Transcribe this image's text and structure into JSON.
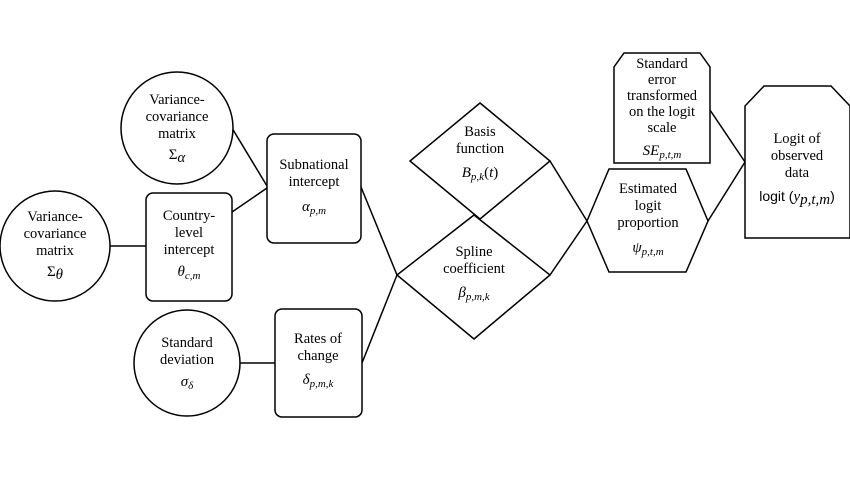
{
  "nodes": {
    "vc_theta": {
      "lines": [
        "Variance-",
        "covariance",
        "matrix"
      ],
      "symbol": "Σθ"
    },
    "country": {
      "lines": [
        "Country-",
        "level",
        "intercept"
      ],
      "symbol": "θc,m"
    },
    "vc_alpha": {
      "lines": [
        "Variance-",
        "covariance",
        "matrix"
      ],
      "symbol": "Σα"
    },
    "subnat": {
      "lines": [
        "Subnational",
        "intercept"
      ],
      "symbol": "αp,m"
    },
    "sd": {
      "lines": [
        "Standard",
        "deviation"
      ],
      "symbol": "σδ"
    },
    "rates": {
      "lines": [
        "Rates of",
        "change"
      ],
      "symbol": "δp,m,k"
    },
    "basis": {
      "lines": [
        "Basis",
        "function"
      ],
      "symbol": "Bp,k(t)"
    },
    "spline": {
      "lines": [
        "Spline",
        "coefficient"
      ],
      "symbol": "βp,m,k"
    },
    "se": {
      "lines": [
        "Standard",
        "error",
        "transformed",
        "on the logit",
        "scale"
      ],
      "symbol": "SEp,t,m"
    },
    "estimated": {
      "lines": [
        "Estimated",
        "logit",
        "proportion"
      ],
      "symbol": "ψp,t,m"
    },
    "observed": {
      "lines": [
        "Logit of",
        "observed",
        "data"
      ],
      "symbol": "logit (yp,t,m)"
    }
  }
}
